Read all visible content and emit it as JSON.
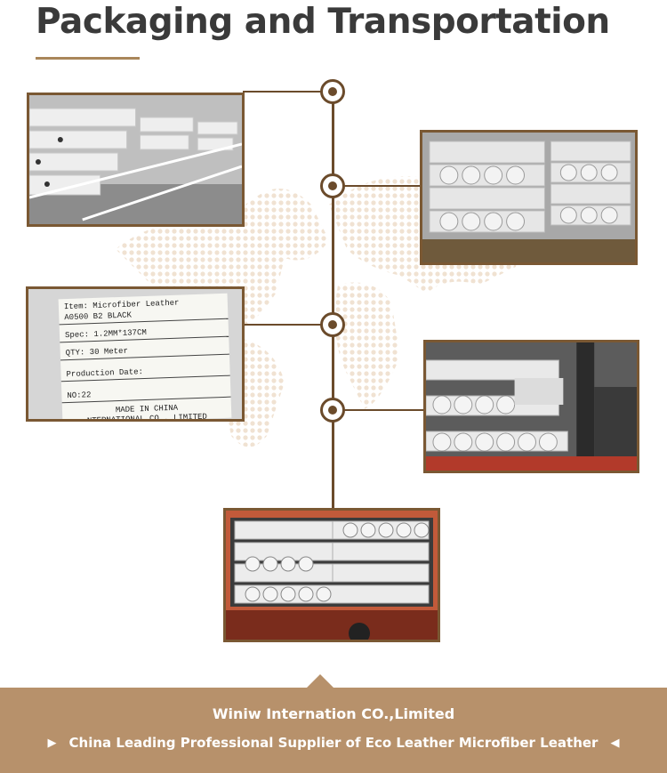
{
  "header": {
    "title": "Packaging and Transportation"
  },
  "label_card": {
    "item_label": "Item: Microfiber Leather",
    "code_line": "A0500   B2   BLACK",
    "spec": "Spec: 1.2MM*137CM",
    "qty": "QTY:  30   Meter",
    "production_date": "Production Date:",
    "no": "NO:22",
    "origin": "MADE IN CHINA",
    "company_partial": "NTERNATIONAL CO., LIMITED"
  },
  "footer": {
    "company": "Winiw Internation CO.,Limited",
    "tagline": "China Leading Professional Supplier of Eco Leather Microfiber Leather",
    "left_icon": "triangle-right-icon",
    "right_icon": "triangle-left-icon"
  },
  "colors": {
    "accent": "#a9865a",
    "timeline": "#6b4b2b",
    "footer_bg": "#b7916b",
    "title_text": "#3a3a3a"
  }
}
